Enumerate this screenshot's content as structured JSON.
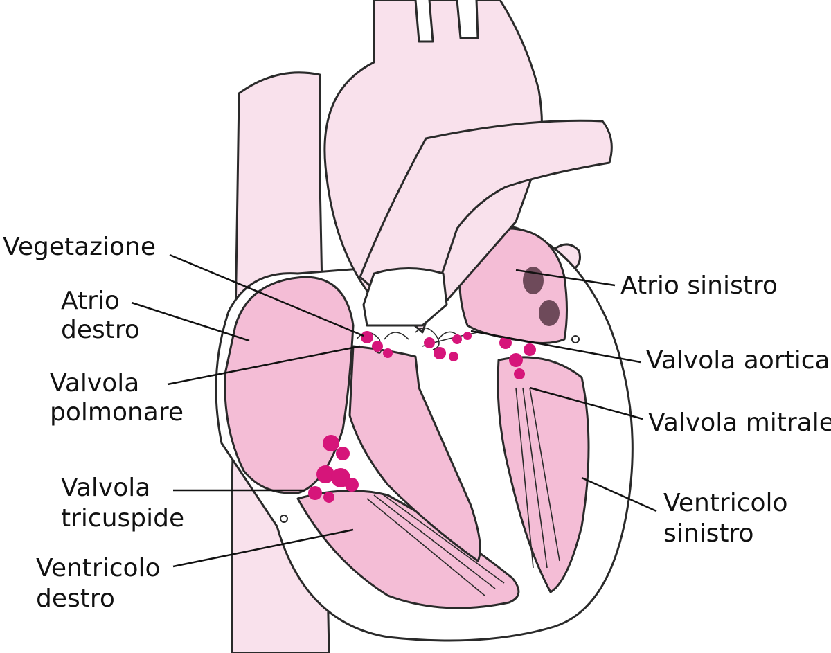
{
  "colors": {
    "vessel_fill": "#f9e1ec",
    "chamber_fill": "#f4bdd6",
    "wall_fill": "#ffffff",
    "vegetation": "#d6157a",
    "outline": "#2a2a2a",
    "label_text": "#111111"
  },
  "labels": {
    "vegetazione": "Vegetazione",
    "atrio_destro_1": "Atrio",
    "atrio_destro_2": "destro",
    "valvola_polmonare_1": "Valvola",
    "valvola_polmonare_2": "polmonare",
    "valvola_tricuspide_1": "Valvola",
    "valvola_tricuspide_2": "tricuspide",
    "ventricolo_destro_1": "Ventricolo",
    "ventricolo_destro_2": "destro",
    "atrio_sinistro": "Atrio sinistro",
    "valvola_aortica": "Valvola aortica",
    "valvola_mitrale": "Valvola mitrale",
    "ventricolo_sinistro_1": "Ventricolo",
    "ventricolo_sinistro_2": "sinistro"
  }
}
